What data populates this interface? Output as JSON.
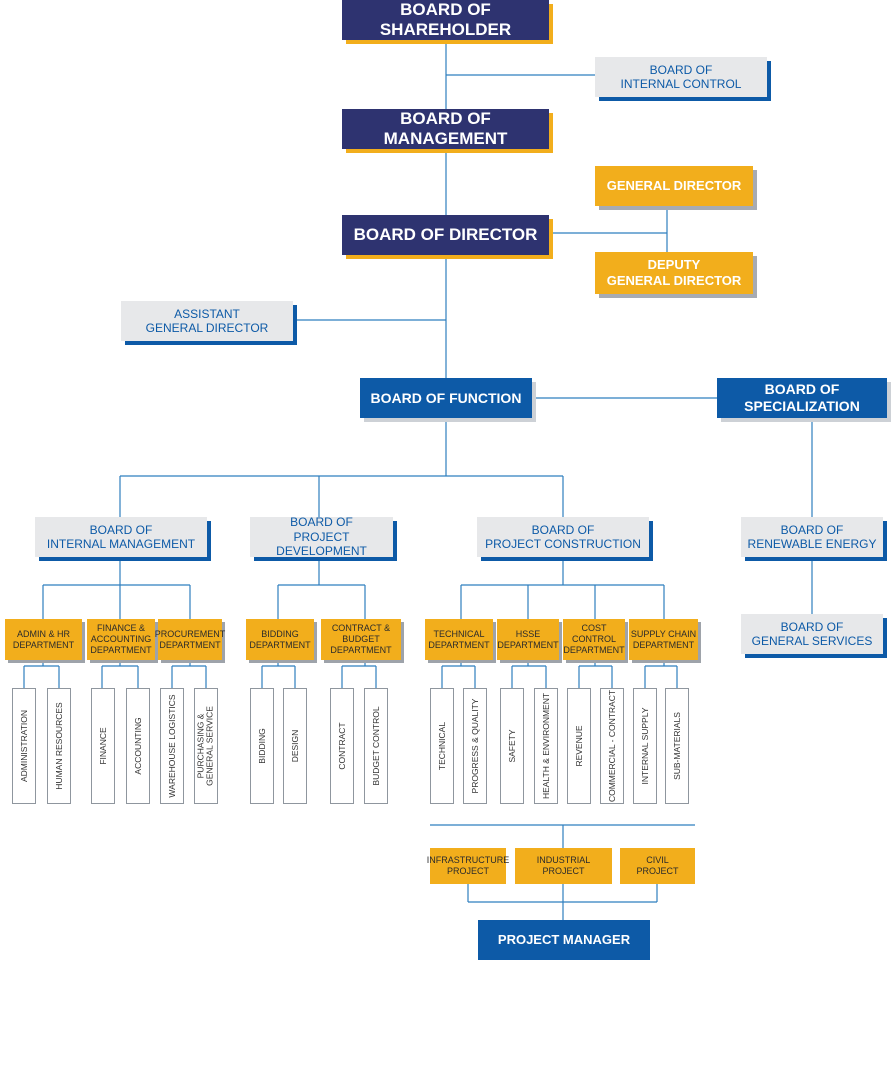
{
  "boards": {
    "shareholder": "BOARD OF SHAREHOLDER",
    "internal_control": "BOARD OF\nINTERNAL CONTROL",
    "management": "BOARD OF MANAGEMENT",
    "general_director": "GENERAL DIRECTOR",
    "director": "BOARD OF DIRECTOR",
    "deputy_general_director": "DEPUTY\nGENERAL DIRECTOR",
    "assistant_general_director": "ASSISTANT\nGENERAL DIRECTOR",
    "function": "BOARD OF FUNCTION",
    "specialization": "BOARD OF\nSPECIALIZATION",
    "internal_management": "BOARD OF\nINTERNAL MANAGEMENT",
    "project_development": "BOARD OF\nPROJECT DEVELOPMENT",
    "project_construction": "BOARD OF\nPROJECT CONSTRUCTION",
    "renewable_energy": "BOARD OF\nRENEWABLE ENERGY",
    "general_services": "BOARD OF\nGENERAL SERVICES"
  },
  "departments": {
    "admin_hr": "ADMIN & HR\nDEPARTMENT",
    "finance_accounting": "FINANCE &\nACCOUNTING\nDEPARTMENT",
    "procurement": "PROCUREMENT\nDEPARTMENT",
    "bidding": "BIDDING\nDEPARTMENT",
    "contract_budget": "CONTRACT &\nBUDGET\nDEPARTMENT",
    "technical": "TECHNICAL\nDEPARTMENT",
    "hsse": "HSSE\nDEPARTMENT",
    "cost_control": "COST\nCONTROL\nDEPARTMENT",
    "supply_chain": "SUPPLY CHAIN\nDEPARTMENT"
  },
  "sub_units": [
    "ADMINISTRATION",
    "HUMAN RESOURCES",
    "FINANCE",
    "ACCOUNTING",
    "WAREHOUSE LOGISTICS",
    "PURCHASING &\nGENERAL SERVICE",
    "BIDDING",
    "DESIGN",
    "CONTRACT",
    "BUDGET CONTROL",
    "TECHNICAL",
    "PROGRESS & QUALITY",
    "SAFETY",
    "HEALTH & ENVIRONMENT",
    "REVENUE",
    "COMMERCIAL - CONTRACT",
    "INTERNAL SUPPLY",
    "SUB-MATERIALS"
  ],
  "projects": {
    "infrastructure": "INFRASTRUCTURE\nPROJECT",
    "industrial": "INDUSTRIAL\nPROJECT",
    "civil": "CIVIL\nPROJECT",
    "manager": "PROJECT MANAGER"
  },
  "colors": {
    "navy": "#2e3370",
    "blue": "#0d5aa7",
    "gold": "#f2ae1c",
    "grey": "#e7e8ea",
    "connector": "#2f7fbf"
  }
}
